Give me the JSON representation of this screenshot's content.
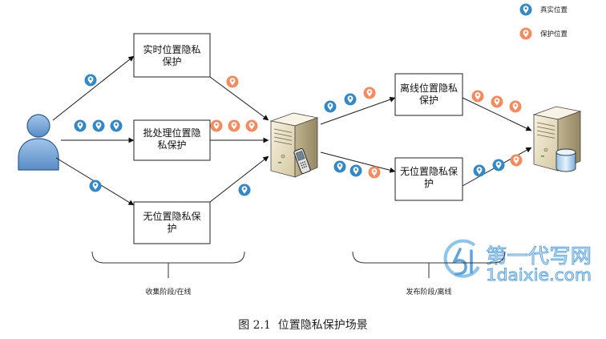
{
  "legend": {
    "items": [
      {
        "icon": "real-location-pin-icon",
        "label": "真实位置",
        "color": "#3588c4"
      },
      {
        "icon": "protected-location-pin-icon",
        "label": "保护位置",
        "color": "#f28b60"
      }
    ]
  },
  "nodes": {
    "user": {
      "icon": "user-icon"
    },
    "realtime_protection": {
      "lines": [
        "实时位置隐私",
        "保护"
      ]
    },
    "batch_protection": {
      "lines": [
        "批处理位置隐",
        "私保护"
      ]
    },
    "no_protection_online": {
      "lines": [
        "无位置隐私保",
        "护"
      ]
    },
    "collector_server": {
      "icon": "server-icon",
      "badge_icon": "mobile-phone-icon"
    },
    "offline_protection": {
      "lines": [
        "离线位置隐私",
        "保护"
      ]
    },
    "no_protection_offline": {
      "lines": [
        "无位置隐私保",
        "护"
      ]
    },
    "publisher_server": {
      "icon": "server-icon",
      "badge_icon": "database-icon"
    }
  },
  "edges": {
    "user_to_realtime": {
      "pins": [
        "real-location-pin-icon"
      ]
    },
    "user_to_batch": {
      "pins": [
        "real-location-pin-icon",
        "real-location-pin-icon",
        "real-location-pin-icon"
      ]
    },
    "user_to_none_online": {
      "pins": [
        "real-location-pin-icon"
      ]
    },
    "realtime_to_collector": {
      "pins": [
        "protected-location-pin-icon"
      ]
    },
    "batch_to_collector": {
      "pins": [
        "protected-location-pin-icon",
        "protected-location-pin-icon",
        "protected-location-pin-icon"
      ]
    },
    "none_online_to_collector": {
      "pins": [
        "real-location-pin-icon"
      ]
    },
    "collector_to_offline": {
      "pins": [
        "real-location-pin-icon",
        "real-location-pin-icon",
        "protected-location-pin-icon"
      ]
    },
    "collector_to_none_offline": {
      "pins": [
        "real-location-pin-icon",
        "real-location-pin-icon",
        "protected-location-pin-icon"
      ]
    },
    "offline_to_publisher": {
      "pins": [
        "protected-location-pin-icon",
        "protected-location-pin-icon",
        "protected-location-pin-icon"
      ]
    },
    "none_offline_to_publisher": {
      "pins": [
        "real-location-pin-icon",
        "real-location-pin-icon",
        "protected-location-pin-icon"
      ]
    }
  },
  "phases": {
    "collect": {
      "label": "收集阶段/在线"
    },
    "publish": {
      "label": "发布阶段/离线"
    }
  },
  "caption": "图 2.1  位置隐私保护场景",
  "watermark": {
    "site_name": "第一代写网",
    "site_url": "1daixie.com"
  }
}
